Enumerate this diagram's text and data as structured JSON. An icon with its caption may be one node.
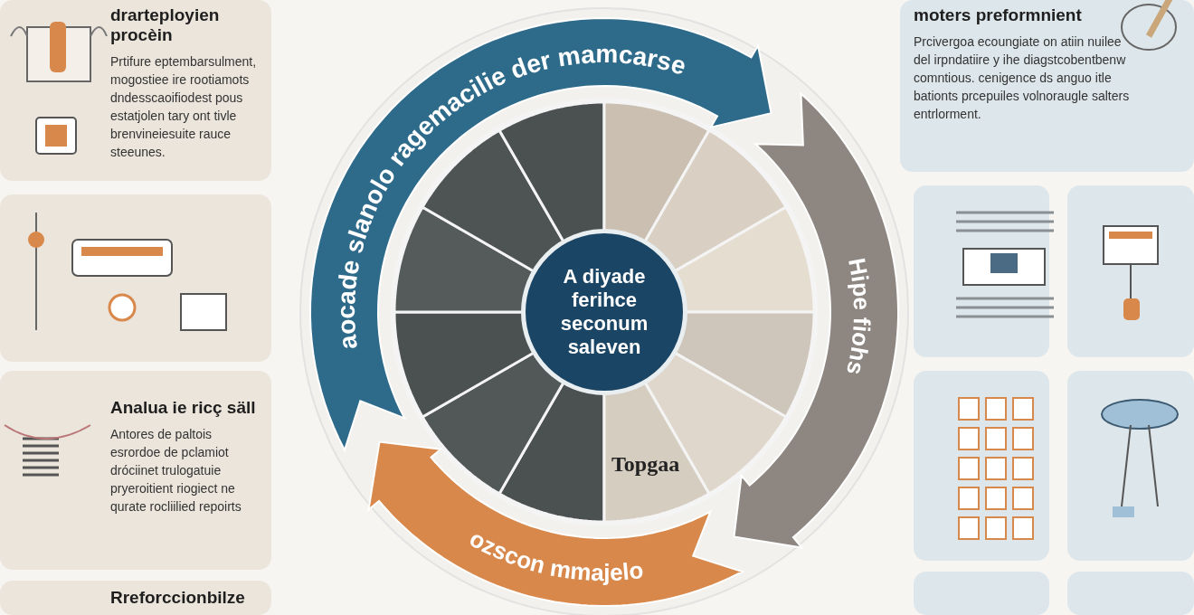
{
  "diagram": {
    "nodes": [
      {
        "text": [
          "drarteployien procèin",
          "Prtifure eptembarsulment, mogostiee ire rootiamots dndesscaoifiodest pous estatjolen tary ont tivle brenvineiesuite rauce steeunes."
        ]
      },
      {
        "text": [
          "Analua ie ricç säll",
          "Antores de paltois esrordoe de pclamiot dróciinet trulogatuie pryeroitient riogiect ne qurate rocliilied repoirts"
        ]
      },
      {
        "text": [
          "Rreforccionbilze"
        ]
      },
      {
        "text": [
          "moters preformnient",
          "Prcivergoa ecoungiate on atiin nuilee del irpndatiire y ihe diagstcobentbenw comntious. cenigence ds anguo itle bationts prcepuiles volnoraugle salters entrlorment."
        ]
      },
      {
        "text": [
          "aocade slanolo ragemacilie der mamcarse"
        ]
      },
      {
        "text": [
          "Hipe fiohs"
        ]
      },
      {
        "text": [
          "ozscon mmajelo"
        ]
      },
      {
        "text": [
          "A diyade ferihce seconum saleven"
        ]
      }
    ],
    "labels": [
      "Topgaa"
    ]
  }
}
